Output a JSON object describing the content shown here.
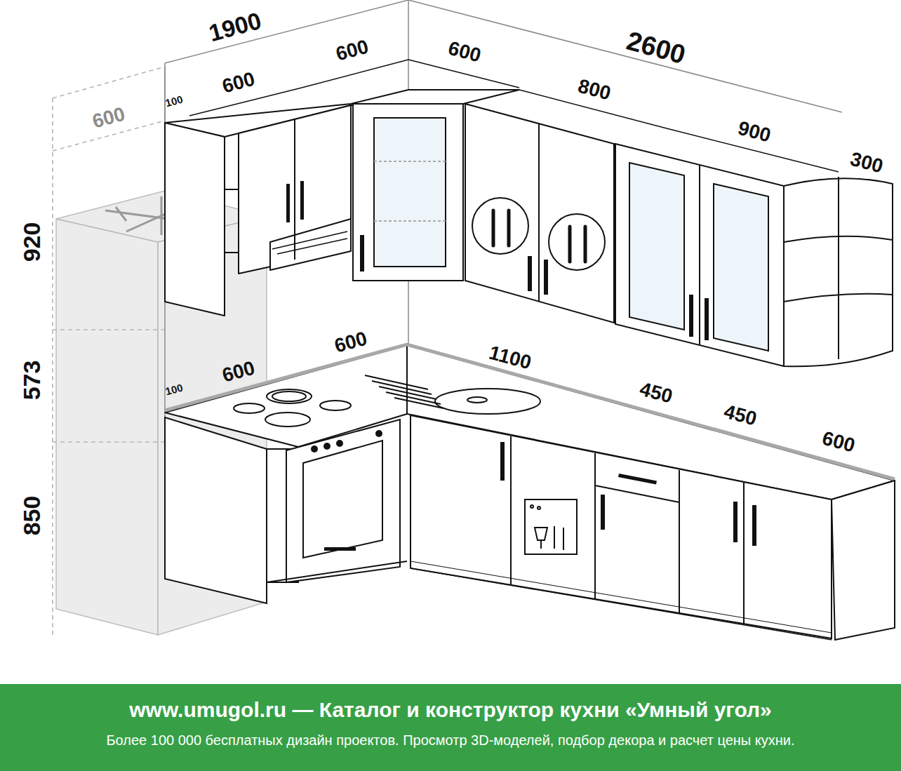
{
  "diagram": {
    "nodes": [
      {
        "text": [
          "www.umugol.ru — Каталог и конструктор кухни «Умный угол»",
          "Более 100 000 бесплатных дизайн проектов. Просмотр 3D-моделей, подбор декора и расчет цены кухни."
        ]
      }
    ],
    "labels": [
      "1900",
      "600",
      "100",
      "600",
      "600",
      "600",
      "2600",
      "800",
      "900",
      "300",
      "920",
      "573",
      "850",
      "600",
      "600",
      "100",
      "1100",
      "450",
      "450",
      "600"
    ]
  }
}
